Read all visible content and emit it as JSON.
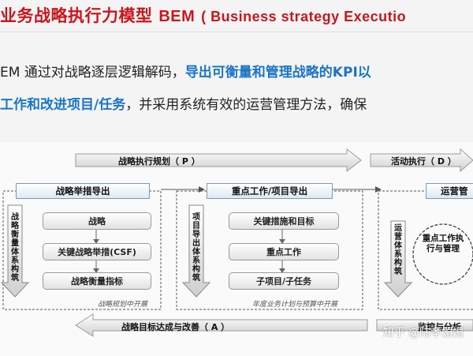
{
  "title": {
    "cn": "业务战略执行力模型",
    "en": "BEM",
    "sub": "( Business strategy Executio"
  },
  "intro": {
    "line1_pre": "EM 通过对战略逐层逻辑解码，",
    "line1_hl": "导出可衡量和管理战略的KPI以",
    "line2_hl": "工作和改进项目/任务",
    "line2_post": "，并采用系统有效的运营管理方法，确保"
  },
  "diagram": {
    "top_label_p": "战略执行规划（ P ）",
    "top_label_d": "活动执行（ D ）",
    "bottom_label_a": "战略目标达成与改善（ A ）",
    "bottom_label_c": "监控与分析",
    "col1": {
      "header": "战略举措导出",
      "side": "战略衡量体系构筑",
      "boxes": [
        "战略",
        "关键战略举措(CSF)",
        "战略衡量指标"
      ],
      "note": "战略规划中开展"
    },
    "col2": {
      "header": "重点工作/项目导出",
      "side": "项目导出体系构筑",
      "boxes": [
        "关键措施和目标",
        "重点工作",
        "子项目/子任务"
      ],
      "note": "年度业务计划与预算中开展"
    },
    "col3": {
      "header": "运营管",
      "side": "运营体系构筑",
      "circle": "重点工作执行与管理"
    }
  },
  "watermark": "知乎 @陆孝媚媚"
}
